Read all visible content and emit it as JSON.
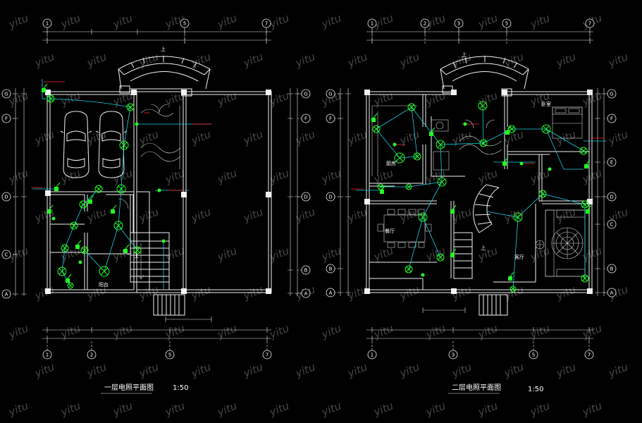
{
  "app": {
    "watermark": "yitu"
  },
  "colors": {
    "background": "#000000",
    "walls": "#f2f2f2",
    "fixtures": "#22ff22",
    "wiring": "#19d3e6",
    "annotations": "#ff2a2a",
    "watermark": "#5e5e5e"
  },
  "left_plan": {
    "title": "一层电照平面图",
    "scale": "1:50",
    "grid_top": [
      "1",
      "5",
      "7"
    ],
    "grid_bottom": [
      "1",
      "2",
      "5",
      "7"
    ],
    "grid_left": [
      "G",
      "F",
      "D",
      "C",
      "A"
    ],
    "grid_right": [
      "G",
      "F",
      "D",
      "B",
      "A"
    ],
    "stair_up": "上",
    "rooms": {
      "balcony": "阳台"
    }
  },
  "right_plan": {
    "title": "二层电照平面图",
    "scale": "1:50",
    "grid_top": [
      "1",
      "2",
      "3",
      "5",
      "7"
    ],
    "grid_bottom": [
      "1",
      "3",
      "5",
      "7"
    ],
    "grid_left": [
      "G",
      "F",
      "D",
      "B",
      "A"
    ],
    "grid_right": [
      "G",
      "F",
      "E",
      "D",
      "C",
      "B",
      "A"
    ],
    "stair_up": "上",
    "rooms": {
      "kitchen": "厨房",
      "dining": "餐厅",
      "living": "客厅",
      "bedroom": "卧室"
    }
  }
}
